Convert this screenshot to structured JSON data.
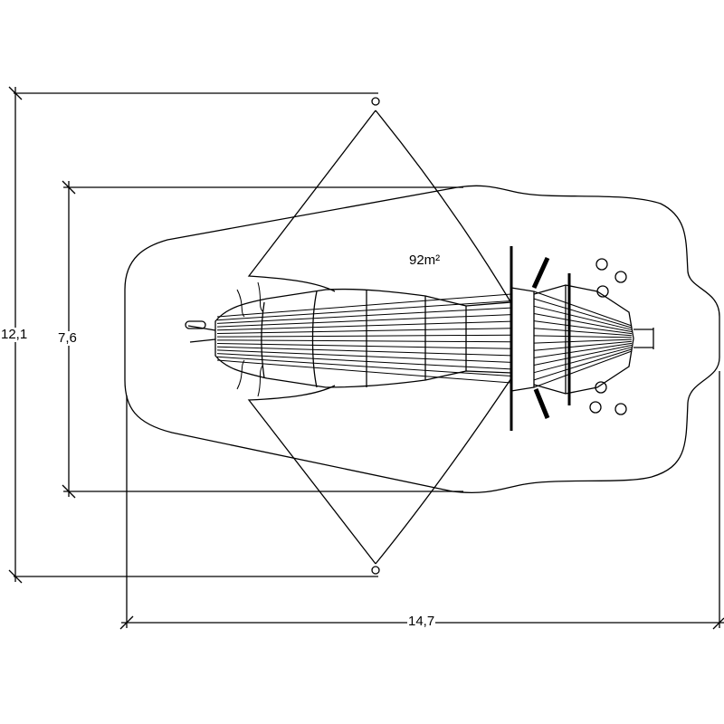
{
  "dimensions": {
    "overall_width": "14,7",
    "overall_depth": "12,1",
    "equipment_depth": "7,6"
  },
  "area_label": "92m²",
  "colors": {
    "line": "#000000",
    "background": "#ffffff"
  }
}
